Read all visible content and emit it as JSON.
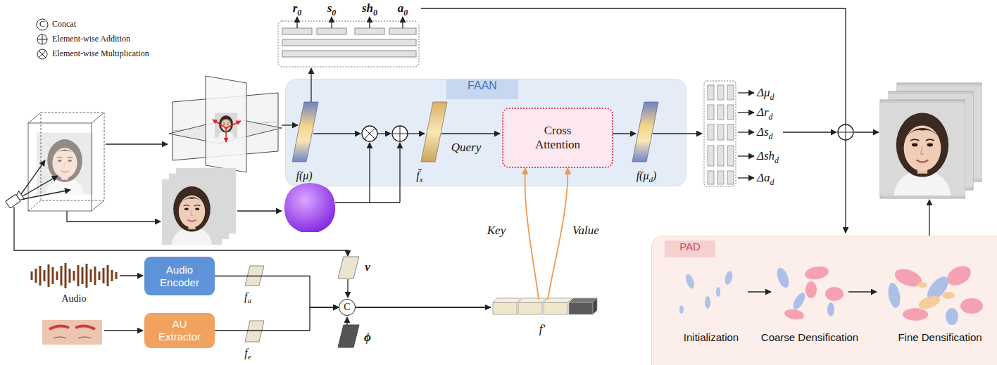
{
  "diagram": {
    "nodes": [
      {
        "text": [
          "FAAN"
        ]
      },
      {
        "text": [
          "Cross Attention"
        ],
        "in": 0
      },
      {
        "text": [
          "Audio Encoder"
        ]
      },
      {
        "text": [
          "AU Extractor"
        ]
      },
      {
        "text": [
          "C"
        ]
      },
      {
        "text": [
          "PAD"
        ]
      }
    ],
    "edges": [
      {
        "from": 2,
        "to": 4,
        "arrow": "to"
      },
      {
        "from": 3,
        "to": 4,
        "arrow": "to"
      },
      {
        "from": 4,
        "to": 1,
        "label": "Key",
        "arrow": "to"
      },
      {
        "from": 4,
        "to": 1,
        "label": "Value",
        "arrow": "to"
      }
    ],
    "labels": [
      "C",
      "r0",
      "s0",
      "sh0",
      "a0",
      "f(μ)",
      "f̃x",
      "Query",
      "f(μd)",
      "Δμd",
      "Δrd",
      "Δsd",
      "Δshd",
      "Δad",
      "v",
      "Audio",
      "fa",
      "fe",
      "ϕ",
      "f′",
      "Initialization",
      "Coarse Densification",
      "Fine Densification"
    ],
    "legend": [
      {
        "text": "Concat"
      },
      {
        "text": "Element-wise Addition"
      },
      {
        "text": "Element-wise Multiplication"
      }
    ]
  }
}
